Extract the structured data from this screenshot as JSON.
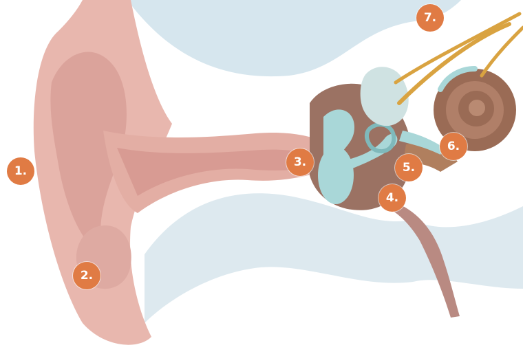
{
  "diagram": {
    "colors": {
      "marker_fill": "#e07b44",
      "marker_text": "#ffffff",
      "skin": "#e8b7ae",
      "bone_shadow": "#d6e6ee",
      "inner_ear_blue": "#a9d7d8",
      "cochlea": "#9a6b55",
      "nerve": "#d9a341"
    },
    "markers": [
      {
        "label": "1."
      },
      {
        "label": "2."
      },
      {
        "label": "3."
      },
      {
        "label": "4."
      },
      {
        "label": "5."
      },
      {
        "label": "6."
      },
      {
        "label": "7."
      }
    ]
  }
}
